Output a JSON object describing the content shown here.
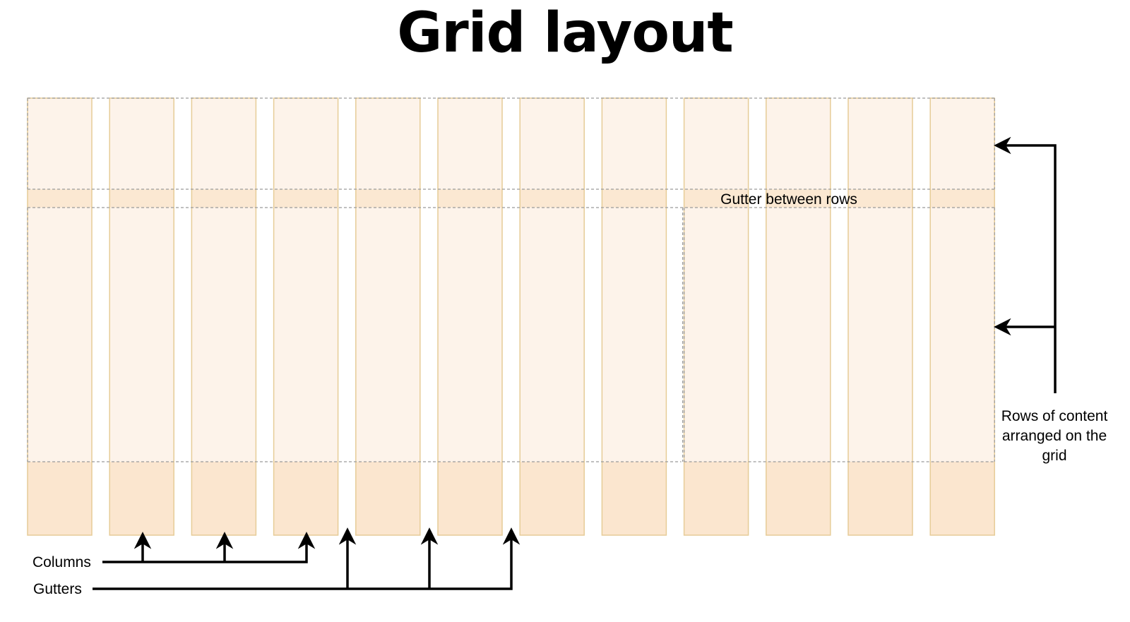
{
  "title": "Grid layout",
  "labels": {
    "gutter_between_rows": "Gutter between rows",
    "rows_of_content": [
      "Rows of content",
      "arranged on the",
      "grid"
    ],
    "columns": "Columns",
    "gutters": "Gutters"
  },
  "grid": {
    "column_count": 12,
    "column_border_color": "#e6cc97",
    "column_fill_color": "#fdf3ea",
    "bottom_band_color": "#fbe6cf",
    "gutter_band_color": "#fbe8d2"
  },
  "colors": {
    "arrow": "#000000",
    "dashed_line": "#9a9a9a"
  }
}
